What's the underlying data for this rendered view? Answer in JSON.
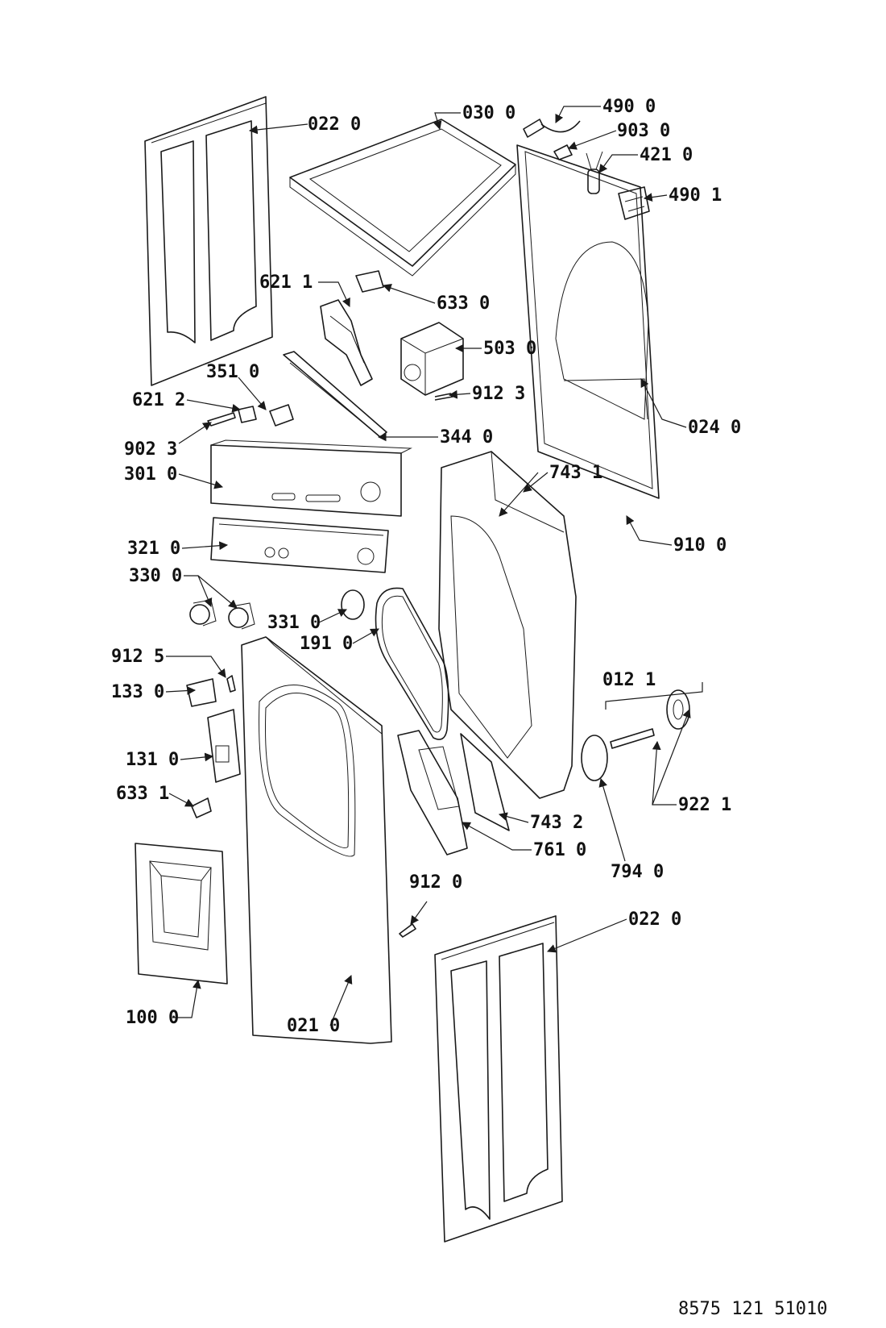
{
  "labels": {
    "l022_top": "022 0",
    "l030": "030 0",
    "l490_0": "490 0",
    "l903": "903 0",
    "l421": "421 0",
    "l490_1": "490 1",
    "l621_1": "621 1",
    "l633_0": "633 0",
    "l503": "503 0",
    "l912_3": "912 3",
    "l351": "351 0",
    "l621_2": "621 2",
    "l344": "344 0",
    "l024": "024 0",
    "l902": "902 3",
    "l301": "301 0",
    "l743_1": "743 1",
    "l910": "910 0",
    "l321": "321 0",
    "l330": "330 0",
    "l331": "331 0",
    "l191": "191 0",
    "l912_5": "912 5",
    "l012": "012 1",
    "l133": "133 0",
    "l131": "131 0",
    "l922": "922 1",
    "l633_1": "633 1",
    "l743_2": "743 2",
    "l761": "761 0",
    "l794": "794 0",
    "l912_0": "912 0",
    "l022_bot": "022 0",
    "l100": "100 0",
    "l021": "021 0"
  },
  "drawing_number": "8575 121 51010"
}
